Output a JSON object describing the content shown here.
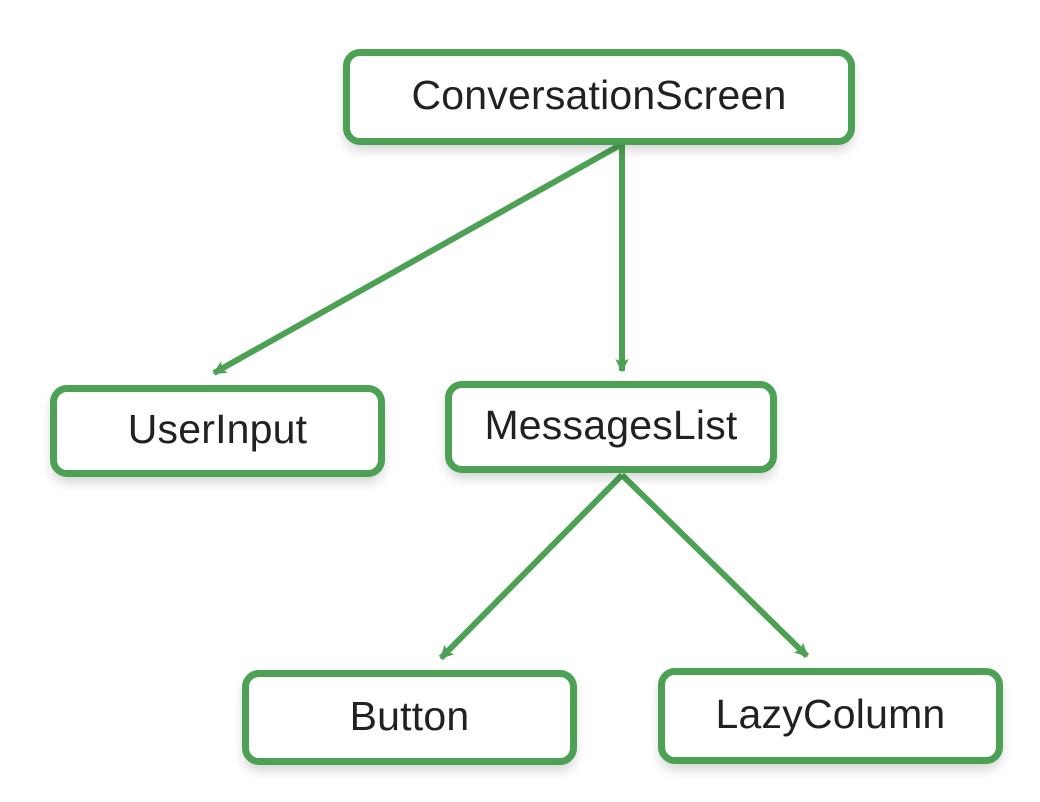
{
  "theme": {
    "accent_green": "#4CA154",
    "text_color": "#212121",
    "background": "#FFFFFF"
  },
  "diagram": {
    "type": "component-tree",
    "nodes": [
      {
        "id": "conversation-screen",
        "label": "ConversationScreen"
      },
      {
        "id": "user-input",
        "label": "UserInput"
      },
      {
        "id": "messages-list",
        "label": "MessagesList"
      },
      {
        "id": "button",
        "label": "Button"
      },
      {
        "id": "lazy-column",
        "label": "LazyColumn"
      }
    ],
    "edges": [
      {
        "from": "ConversationScreen",
        "to": "UserInput"
      },
      {
        "from": "ConversationScreen",
        "to": "MessagesList"
      },
      {
        "from": "MessagesList",
        "to": "Button"
      },
      {
        "from": "MessagesList",
        "to": "LazyColumn"
      }
    ]
  }
}
